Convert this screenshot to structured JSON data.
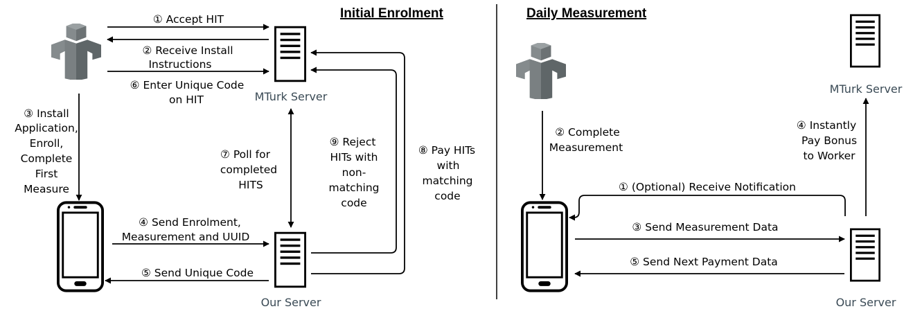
{
  "initial_enrolment": {
    "heading": "Initial Enrolment",
    "mturk_server_label": "MTurk Server",
    "our_server_label": "Our Server",
    "steps": {
      "s1": [
        "① Accept HIT"
      ],
      "s2": [
        "② Receive Install",
        "Instructions"
      ],
      "s6": [
        "⑥ Enter Unique Code",
        "on HIT"
      ],
      "s3": [
        "③ Install",
        "Application,",
        "Enroll,",
        "Complete",
        "First",
        "Measure"
      ],
      "s7": [
        "⑦ Poll for",
        "completed",
        "HITS"
      ],
      "s9": [
        "⑨ Reject",
        "HITs with",
        "non-",
        "matching",
        "code"
      ],
      "s8": [
        "⑧ Pay HITs",
        "with",
        "matching",
        "code"
      ],
      "s4": [
        "④ Send Enrolment,",
        "Measurement and UUID"
      ],
      "s5": [
        "⑤ Send Unique Code"
      ]
    }
  },
  "daily_measurement": {
    "heading": "Daily Measurement",
    "mturk_server_label": "MTurk Server",
    "our_server_label": "Our Server",
    "steps": {
      "s2": [
        "② Complete",
        "Measurement"
      ],
      "s4": [
        "④ Instantly",
        "Pay Bonus",
        "to Worker"
      ],
      "s1": [
        "① (Optional) Receive Notification"
      ],
      "s3": [
        "③ Send Measurement Data"
      ],
      "s5": [
        "⑤ Send Next Payment Data"
      ]
    }
  },
  "colors": {
    "worker_dark": "#5f6668",
    "worker_light": "#858b8d",
    "server_label": "#3a4a55"
  }
}
